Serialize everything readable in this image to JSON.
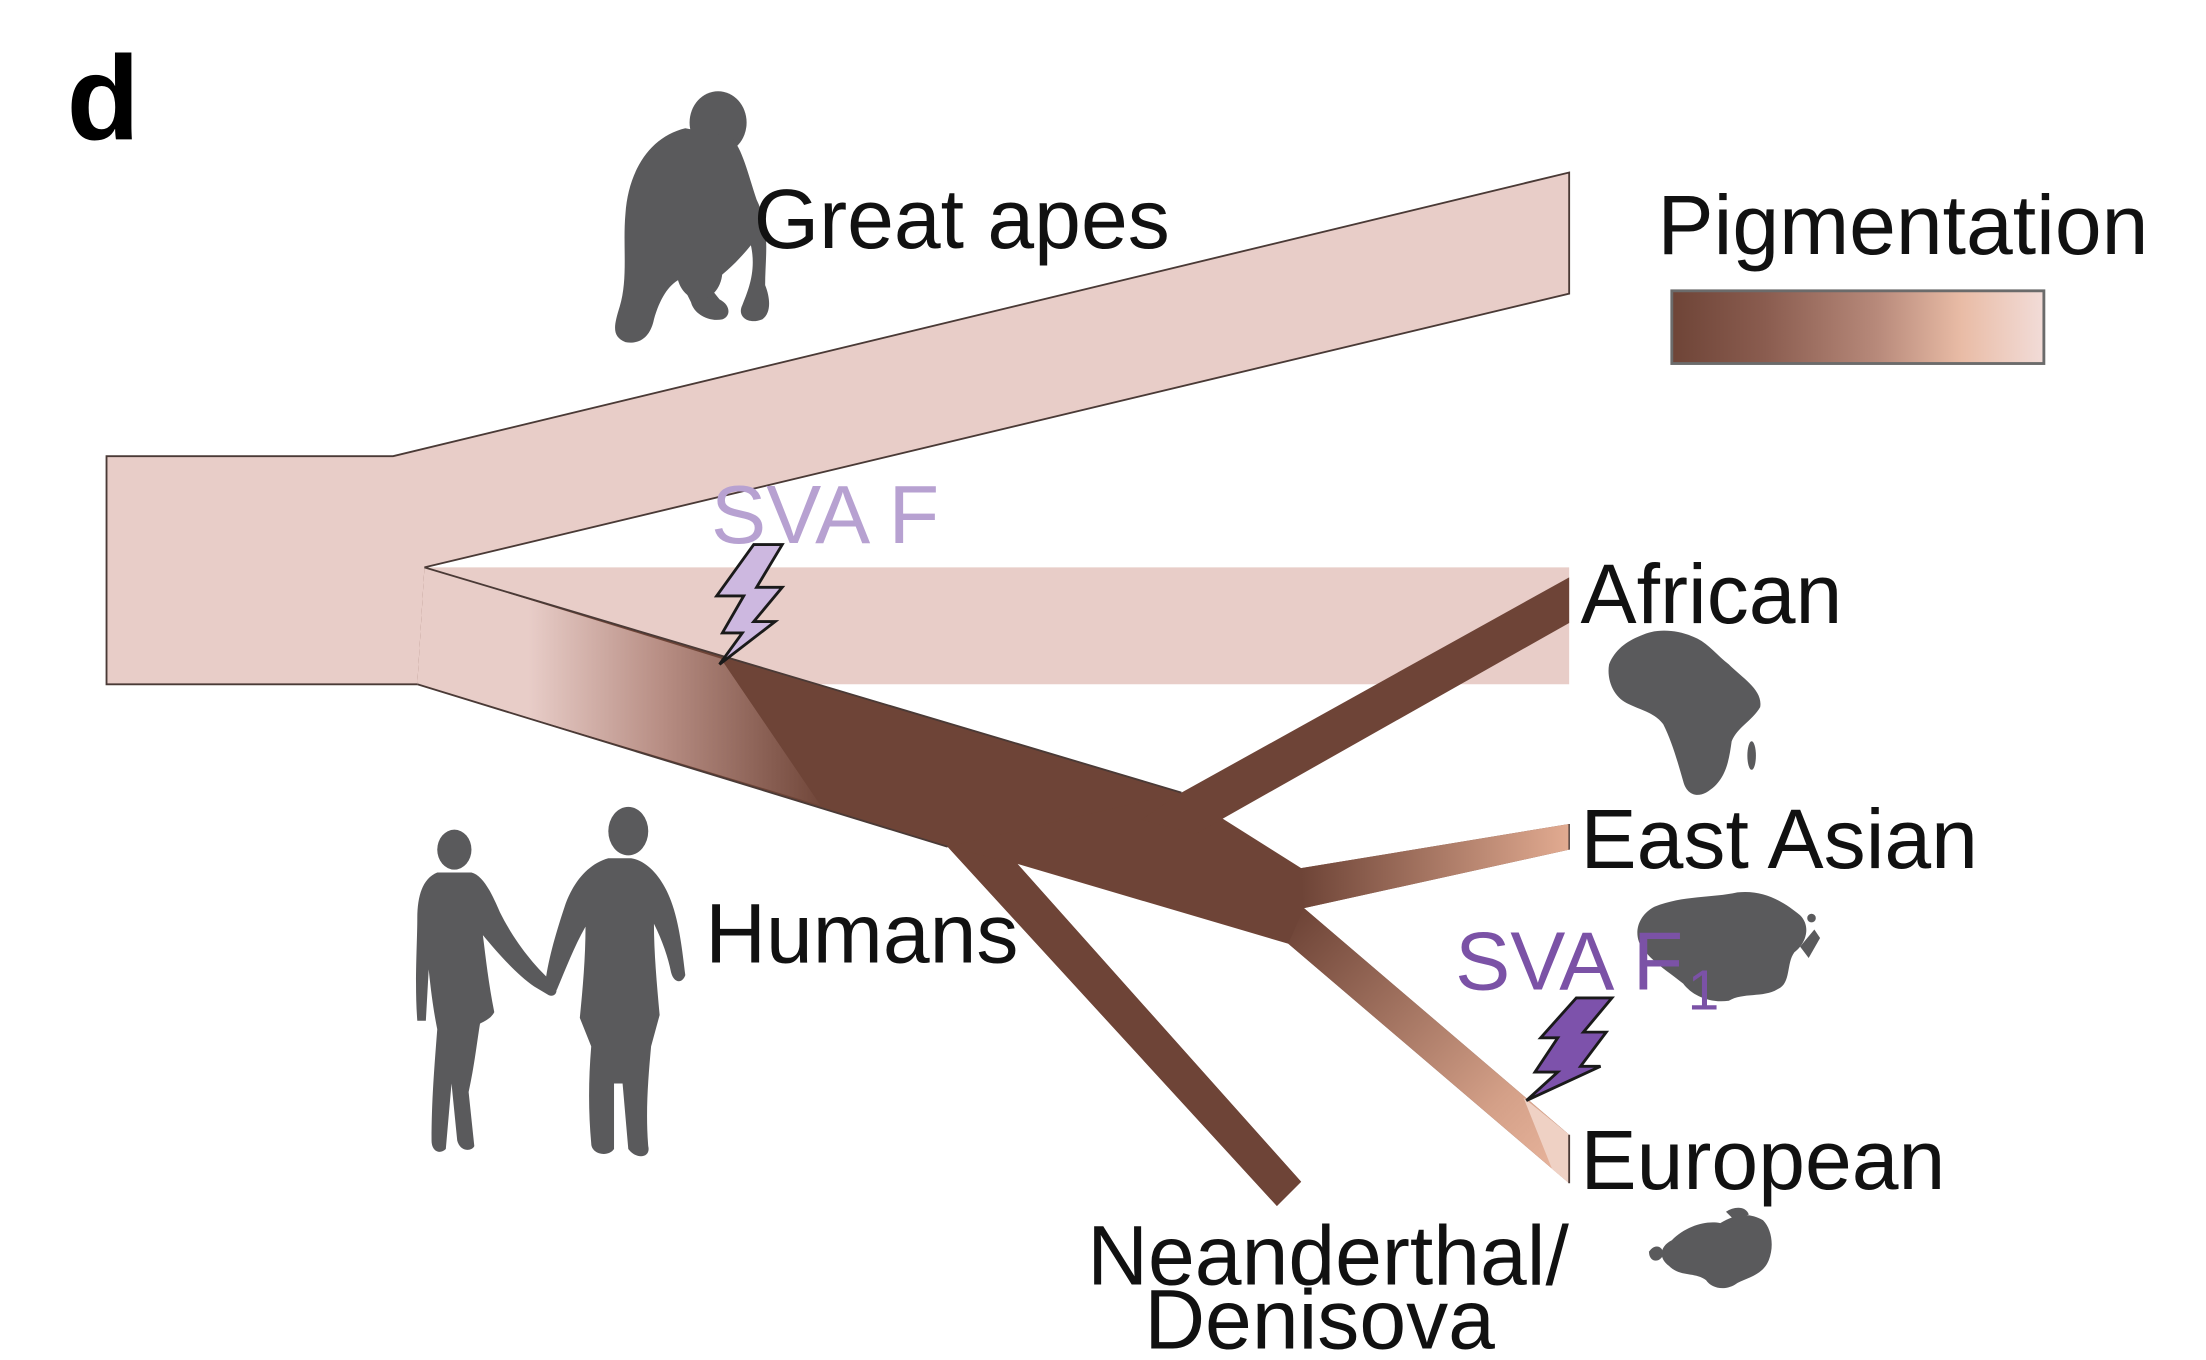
{
  "panel_label": "d",
  "legend": {
    "title": "Pigmentation",
    "colors": [
      "#6e4437",
      "#8a5c4f",
      "#b7897a",
      "#e9bca6",
      "#f2dcd8"
    ]
  },
  "branches": {
    "great_apes": "Great apes",
    "humans": "Humans",
    "african": "African",
    "east_asian": "East Asian",
    "european": "European",
    "neanderthal_line1": "Neanderthal/",
    "neanderthal_line2": "Denisova"
  },
  "events": {
    "first": "SVA F",
    "second_main": "SVA F",
    "second_sub": "1"
  },
  "colors": {
    "light_pigment": "#e8cdc8",
    "dark_pigment": "#6e4437",
    "peach": "#e2ab91",
    "event1": "#cdb8e0",
    "event2": "#7d52ab",
    "silhouette": "#5a5a5c"
  },
  "icons": [
    "orangutan-icon",
    "human-couple-icon",
    "africa-map-icon",
    "east-asia-map-icon",
    "europe-map-icon",
    "lightning-icon"
  ]
}
